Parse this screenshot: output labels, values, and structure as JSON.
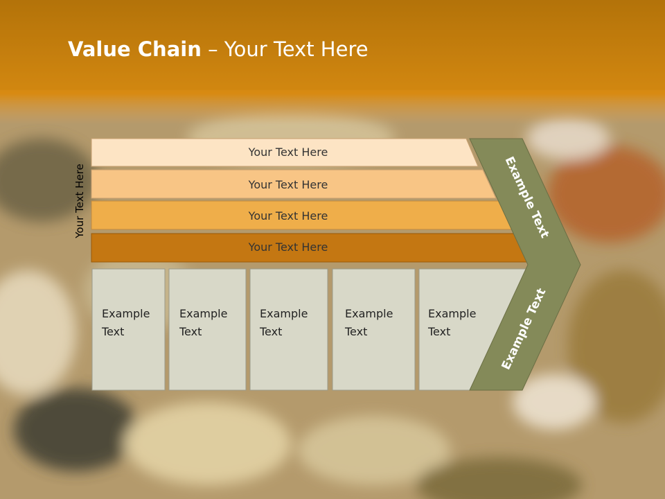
{
  "title": {
    "bold": "Value Chain",
    "rest": " – Your Text Here"
  },
  "side_label": "Your Text Here",
  "rows": [
    {
      "label": "Your Text Here",
      "color": "#fde4c4"
    },
    {
      "label": "Your Text Here",
      "color": "#f8c585"
    },
    {
      "label": "Your Text Here",
      "color": "#efae4a"
    },
    {
      "label": "Your Text Here",
      "color": "#c47712"
    }
  ],
  "boxes": [
    {
      "line1": "Example",
      "line2": "Text"
    },
    {
      "line1": "Example",
      "line2": "Text"
    },
    {
      "line1": "Example",
      "line2": "Text"
    },
    {
      "line1": "Example",
      "line2": "Text"
    },
    {
      "line1": "Example",
      "line2": "Text"
    }
  ],
  "chevron_top": "Example Text",
  "chevron_bottom": "Example Text",
  "colors": {
    "header": "#c8800f",
    "chevron": "#848a59",
    "box_fill": "#d8d8c8",
    "box_stroke": "#9a9a8a"
  }
}
